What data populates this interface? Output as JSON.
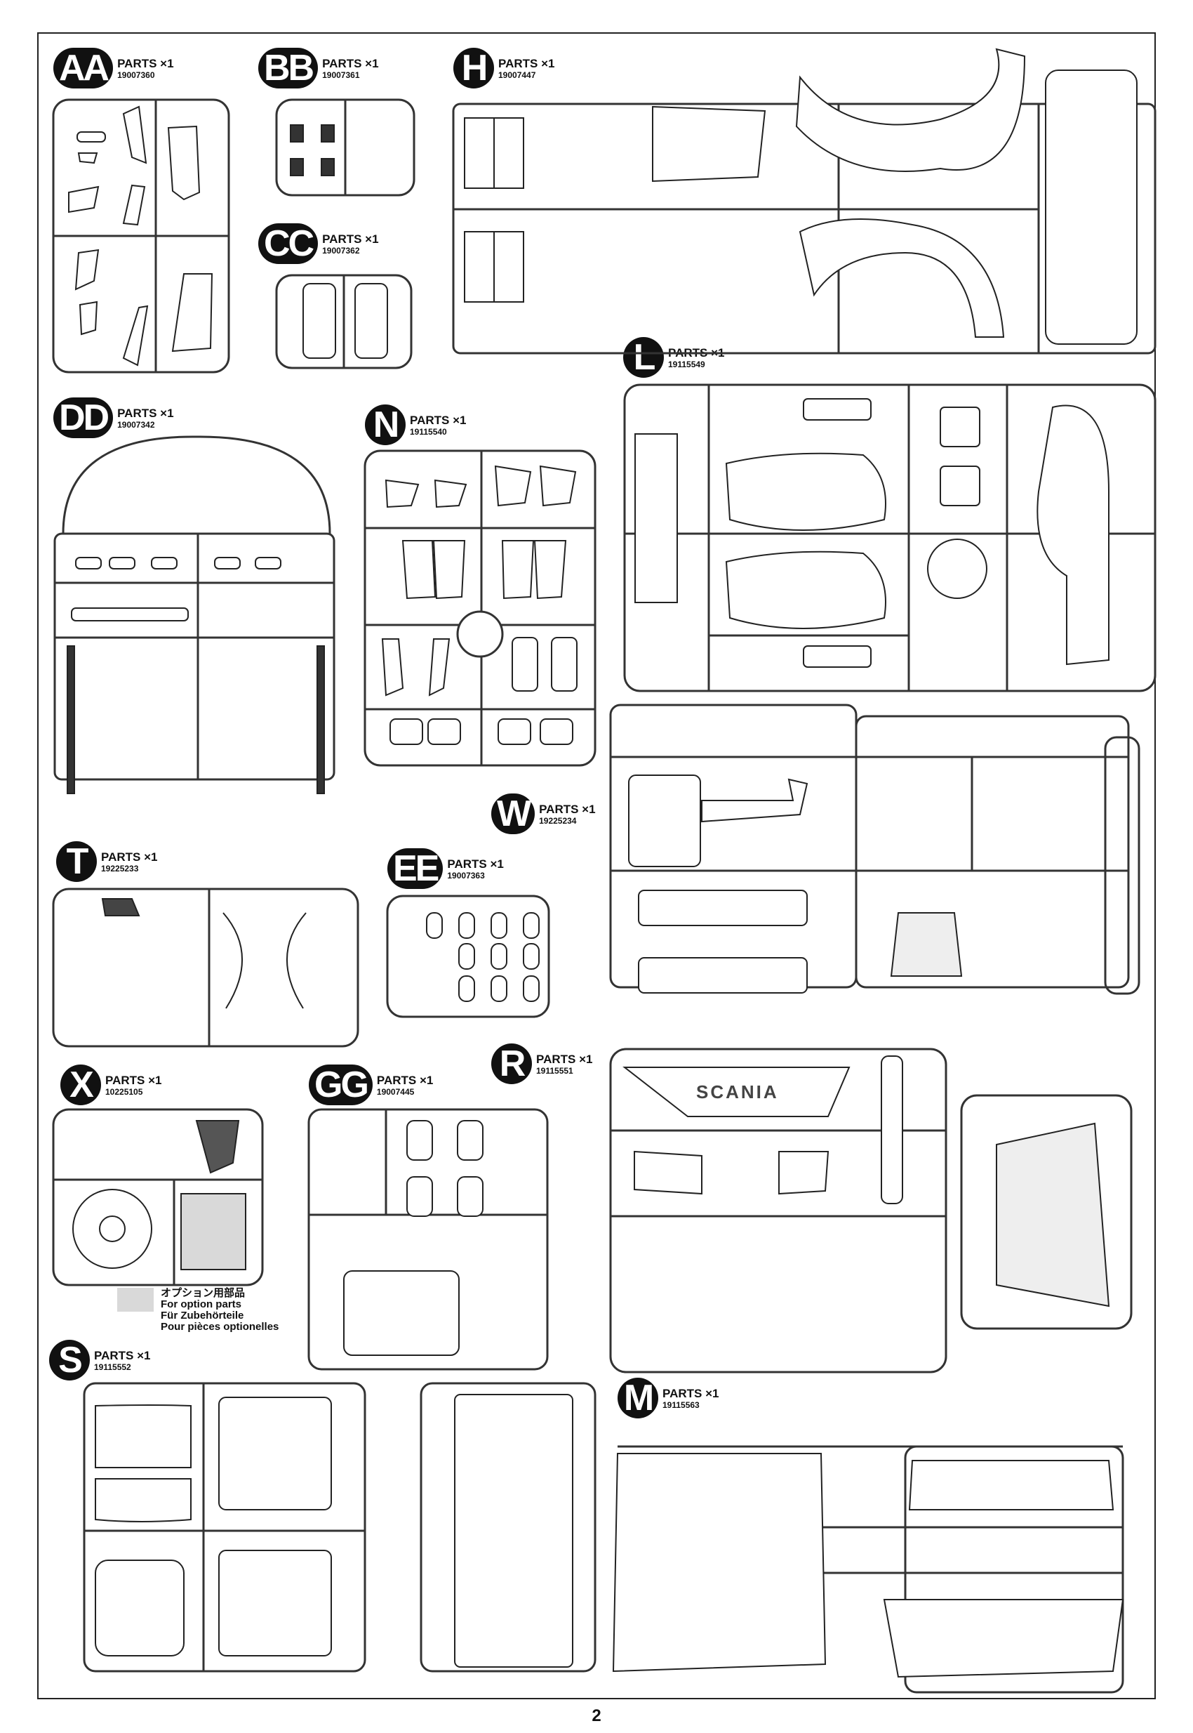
{
  "page_number": "2",
  "parts_label": "PARTS ×1",
  "groups": [
    {
      "id": "AA",
      "code": "19007360"
    },
    {
      "id": "BB",
      "code": "19007361"
    },
    {
      "id": "H",
      "code": "19007447"
    },
    {
      "id": "CC",
      "code": "19007362"
    },
    {
      "id": "L",
      "code": "19115549"
    },
    {
      "id": "DD",
      "code": "19007342"
    },
    {
      "id": "N",
      "code": "19115540"
    },
    {
      "id": "W",
      "code": "19225234"
    },
    {
      "id": "T",
      "code": "19225233"
    },
    {
      "id": "EE",
      "code": "19007363"
    },
    {
      "id": "X",
      "code": "10225105"
    },
    {
      "id": "GG",
      "code": "19007445"
    },
    {
      "id": "R",
      "code": "19115551"
    },
    {
      "id": "S",
      "code": "19115552"
    },
    {
      "id": "M",
      "code": "19115563"
    }
  ],
  "legend": {
    "line1": "オプション用部品",
    "line2": "For option parts",
    "line3": "Für Zubehörteile",
    "line4": "Pour pièces optionelles"
  },
  "logo_text": "SCANIA"
}
